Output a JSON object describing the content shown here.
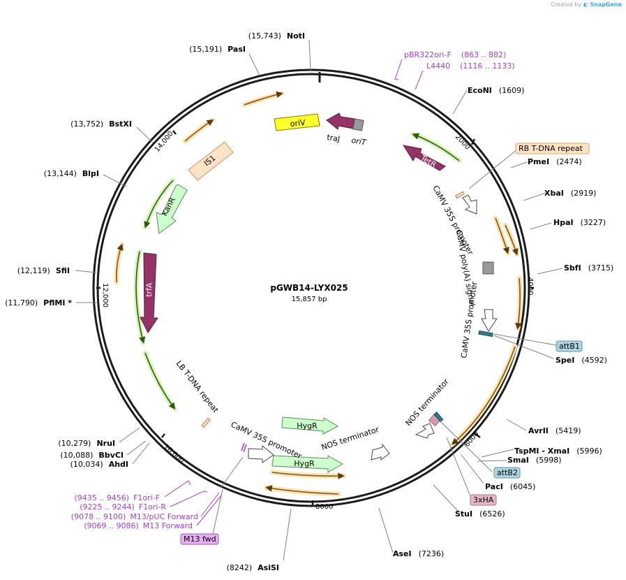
{
  "credit": {
    "prefix": "Created by",
    "brand": "SnapGene"
  },
  "plasmid": {
    "name": "pGWB14-LYX025",
    "size_label": "15,857 bp",
    "length": 15857
  },
  "ticks": [
    {
      "pos": 2000,
      "label": "2000"
    },
    {
      "pos": 4000,
      "label": "4000"
    },
    {
      "pos": 6000,
      "label": "6000"
    },
    {
      "pos": 8000,
      "label": "8000"
    },
    {
      "pos": 10000,
      "label": "10,000"
    },
    {
      "pos": 12000,
      "label": "12,000"
    },
    {
      "pos": 14000,
      "label": "14,000"
    }
  ],
  "sites": [
    {
      "name": "NotI",
      "pos": "(15,743)",
      "bp": 15743,
      "side": "left"
    },
    {
      "name": "PasI",
      "pos": "(15,191)",
      "bp": 15191,
      "side": "left"
    },
    {
      "name": "BstXI",
      "pos": "(13,752)",
      "bp": 13752,
      "side": "left"
    },
    {
      "name": "BlpI",
      "pos": "(13,144)",
      "bp": 13144,
      "side": "left"
    },
    {
      "name": "SfiI",
      "pos": "(12,119)",
      "bp": 12119,
      "side": "left"
    },
    {
      "name": "PflMI *",
      "pos": "(11,790)",
      "bp": 11790,
      "side": "left"
    },
    {
      "name": "NruI",
      "pos": "(10,279)",
      "bp": 10279,
      "side": "left"
    },
    {
      "name": "BbvCI",
      "pos": "(10,088)",
      "bp": 10088,
      "side": "left"
    },
    {
      "name": "AhdI",
      "pos": "(10,034)",
      "bp": 10034,
      "side": "left"
    },
    {
      "name": "AsiSI",
      "pos": "(8242)",
      "bp": 8242,
      "side": "left"
    },
    {
      "name": "EcoNI",
      "pos": "(1609)",
      "bp": 1609,
      "side": "right"
    },
    {
      "name": "PmeI",
      "pos": "(2474)",
      "bp": 2474,
      "side": "right"
    },
    {
      "name": "XbaI",
      "pos": "(2919)",
      "bp": 2919,
      "side": "right"
    },
    {
      "name": "HpaI",
      "pos": "(3227)",
      "bp": 3227,
      "side": "right"
    },
    {
      "name": "SbfI",
      "pos": "(3715)",
      "bp": 3715,
      "side": "right"
    },
    {
      "name": "SpeI",
      "pos": "(4592)",
      "bp": 4592,
      "side": "right"
    },
    {
      "name": "AvrII",
      "pos": "(5419)",
      "bp": 5419,
      "side": "right"
    },
    {
      "name": "TspMI - XmaI",
      "pos": "(5996)",
      "bp": 5996,
      "side": "right"
    },
    {
      "name": "SmaI",
      "pos": "(5998)",
      "bp": 5998,
      "side": "right"
    },
    {
      "name": "PacI",
      "pos": "(6045)",
      "bp": 6045,
      "side": "right"
    },
    {
      "name": "StuI",
      "pos": "(6526)",
      "bp": 6526,
      "side": "right"
    },
    {
      "name": "AseI",
      "pos": "(7236)",
      "bp": 7236,
      "side": "right"
    }
  ],
  "primers": [
    {
      "name": "pBR322ori-F",
      "range": "(863 .. 882)",
      "bp": 870,
      "side": "right"
    },
    {
      "name": "L4440",
      "range": "(1116 .. 1133)",
      "bp": 1125,
      "side": "right"
    },
    {
      "name": "F1ori-F",
      "range": "(9435 .. 9456)",
      "bp": 9445,
      "side": "left"
    },
    {
      "name": "F1ori-R",
      "range": "(9225 .. 9244)",
      "bp": 9235,
      "side": "left"
    },
    {
      "name": "M13/pUC Forward",
      "range": "(9078 .. 9100)",
      "bp": 9089,
      "side": "left"
    },
    {
      "name": "M13 Forward",
      "range": "(9069 .. 9086)",
      "bp": 9078,
      "side": "left"
    }
  ],
  "boxed_labels": [
    {
      "name": "RB T-DNA repeat",
      "fill": "#fde3c6",
      "stroke": "#d9a56b"
    },
    {
      "name": "attB1",
      "fill": "#aed4e0",
      "stroke": "#5d97a8"
    },
    {
      "name": "attB2",
      "fill": "#aed4e0",
      "stroke": "#5d97a8"
    },
    {
      "name": "3xHA",
      "fill": "#e4b8c7",
      "stroke": "#a8708a"
    },
    {
      "name": "M13 fwd",
      "fill": "#e4b0f2",
      "stroke": "#a058b8"
    }
  ],
  "features": [
    {
      "label": "oriV",
      "color": "#ffff2a"
    },
    {
      "label": "traJ",
      "color": "#943366"
    },
    {
      "label": "oriT",
      "color": "#999999"
    },
    {
      "label": "TetR",
      "color": "#943366"
    },
    {
      "label": "IS1",
      "color": "#fde3c6"
    },
    {
      "label": "KanR",
      "color": "#ccffcc"
    },
    {
      "label": "trfA",
      "color": "#943366"
    },
    {
      "label": "HygR",
      "color": "#ccffcc"
    },
    {
      "label": "HygR",
      "color": "#ccffcc"
    },
    {
      "label": "CaMV 35S promoter",
      "color": "#ffffff"
    },
    {
      "label": "CaMV poly(A) signal",
      "color": "#999999"
    },
    {
      "label": "CaMV 35S promoter",
      "color": "#ffffff"
    },
    {
      "label": "NOS terminator",
      "color": "#ffffff"
    },
    {
      "label": "LB T-DNA repeat",
      "color": "#fde3c6"
    },
    {
      "label": "CaMV 35S promoter",
      "color": "#ffffff"
    },
    {
      "label": "NOS terminator",
      "color": "#ffffff"
    }
  ],
  "colors": {
    "backbone": "#1a1a1a",
    "primer": "#a23fd0",
    "orf_orange": "#f3b84a",
    "orf_green": "#a9e06a",
    "line_grey": "#808080"
  }
}
